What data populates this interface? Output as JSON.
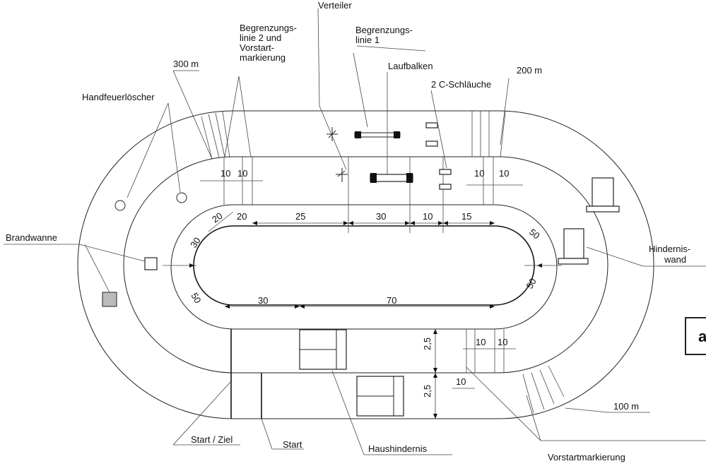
{
  "labels": {
    "verteiler": "Verteiler",
    "begrenzungslinie2": [
      "Begrenzungs-",
      "linie 2 und",
      "Vorstart-",
      "markierung"
    ],
    "begrenzungslinie1": [
      "Begrenzungs-",
      "linie 1"
    ],
    "m300": "300 m",
    "laufbalken": "Laufbalken",
    "schlaeuche": "2 C-Schläuche",
    "m200": "200 m",
    "handfeuerloescher": "Handfeuerlöscher",
    "brandwanne": "Brandwanne",
    "hinderniswand": [
      "Hindernis-",
      "wand"
    ],
    "m100": "100 m",
    "startziel": "Start / Ziel",
    "start": "Start",
    "haushindernis": "Haushindernis",
    "vorstartmarkierung": "Vorstartmarkierung",
    "figure_letter": "a"
  },
  "dims": {
    "d10a": "10",
    "d10b": "10",
    "d10c": "10",
    "d10d": "10",
    "d20a": "20",
    "d20b": "20",
    "d25": "25",
    "d30top": "30",
    "d10top": "10",
    "d15": "15",
    "d50a": "50",
    "d30left": "30",
    "d50b": "50",
    "d30bottom": "30",
    "d70": "70",
    "d50c": "50",
    "d25a": "2,5",
    "d25b": "2,5",
    "d10e": "10",
    "d10f": "10",
    "d10g": "10"
  }
}
